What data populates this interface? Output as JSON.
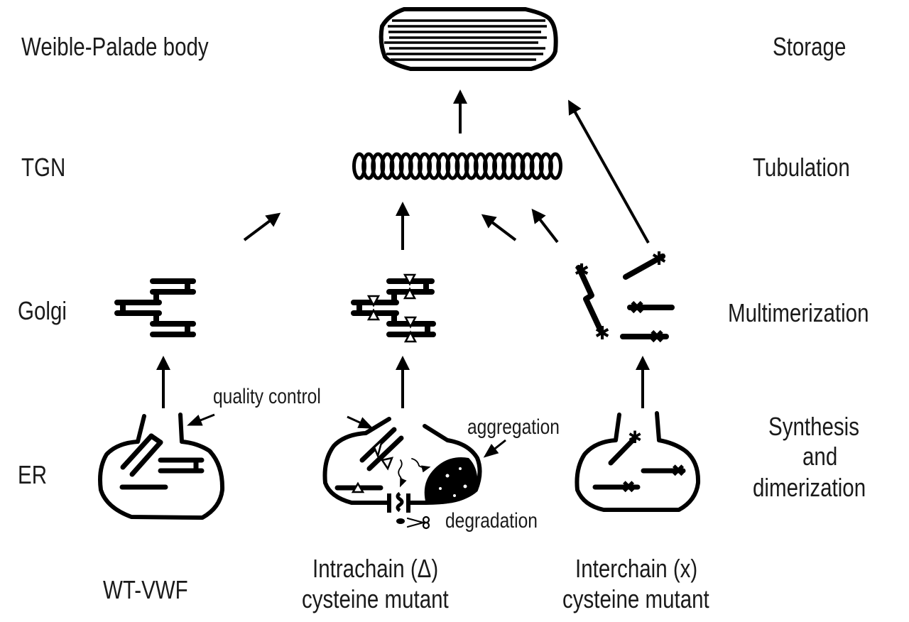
{
  "diagram": {
    "type": "biological pathway schematic",
    "left_stage_labels": {
      "storage_compartment": "Weible-Palade body",
      "tgn": "TGN",
      "golgi": "Golgi",
      "er": "ER"
    },
    "right_process_labels": {
      "storage": "Storage",
      "tubulation": "Tubulation",
      "multimerization": "Multimerization",
      "synthesis_line1": "Synthesis",
      "synthesis_line2": "and",
      "synthesis_line3": "dimerization"
    },
    "annotations": {
      "quality_control": "quality control",
      "aggregation": "aggregation",
      "degradation": "degradation"
    },
    "columns": [
      {
        "id": "wt",
        "label_line1": "WT-VWF",
        "label_line2": ""
      },
      {
        "id": "intrachain",
        "label_line1": "Intrachain (Δ)",
        "label_line2": "cysteine mutant"
      },
      {
        "id": "interchain",
        "label_line1": "Interchain (x)",
        "label_line2": "cysteine mutant"
      }
    ],
    "icons": {
      "weibel_palade_body": "striped-capsule",
      "tubule": "coiled-tubule",
      "intrachain_mark": "open-triangle",
      "interchain_mark": "asterisk-cross",
      "degradation_mark": "scissors"
    }
  }
}
